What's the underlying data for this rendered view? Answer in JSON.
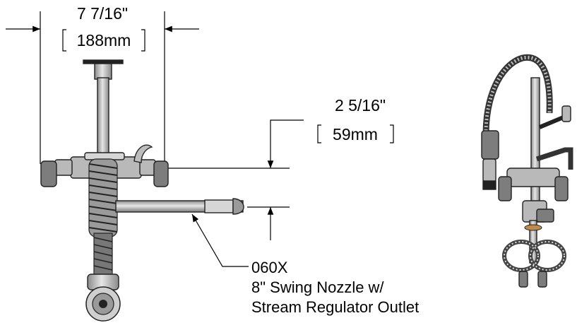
{
  "dimensions": {
    "width": {
      "imperial": "7 7/16\"",
      "metric": "188mm"
    },
    "height": {
      "imperial": "2 5/16\"",
      "metric": "59mm"
    }
  },
  "callout": {
    "part_number": "060X",
    "line1": "8\" Swing Nozzle w/",
    "line2": "Stream Regulator Outlet"
  }
}
